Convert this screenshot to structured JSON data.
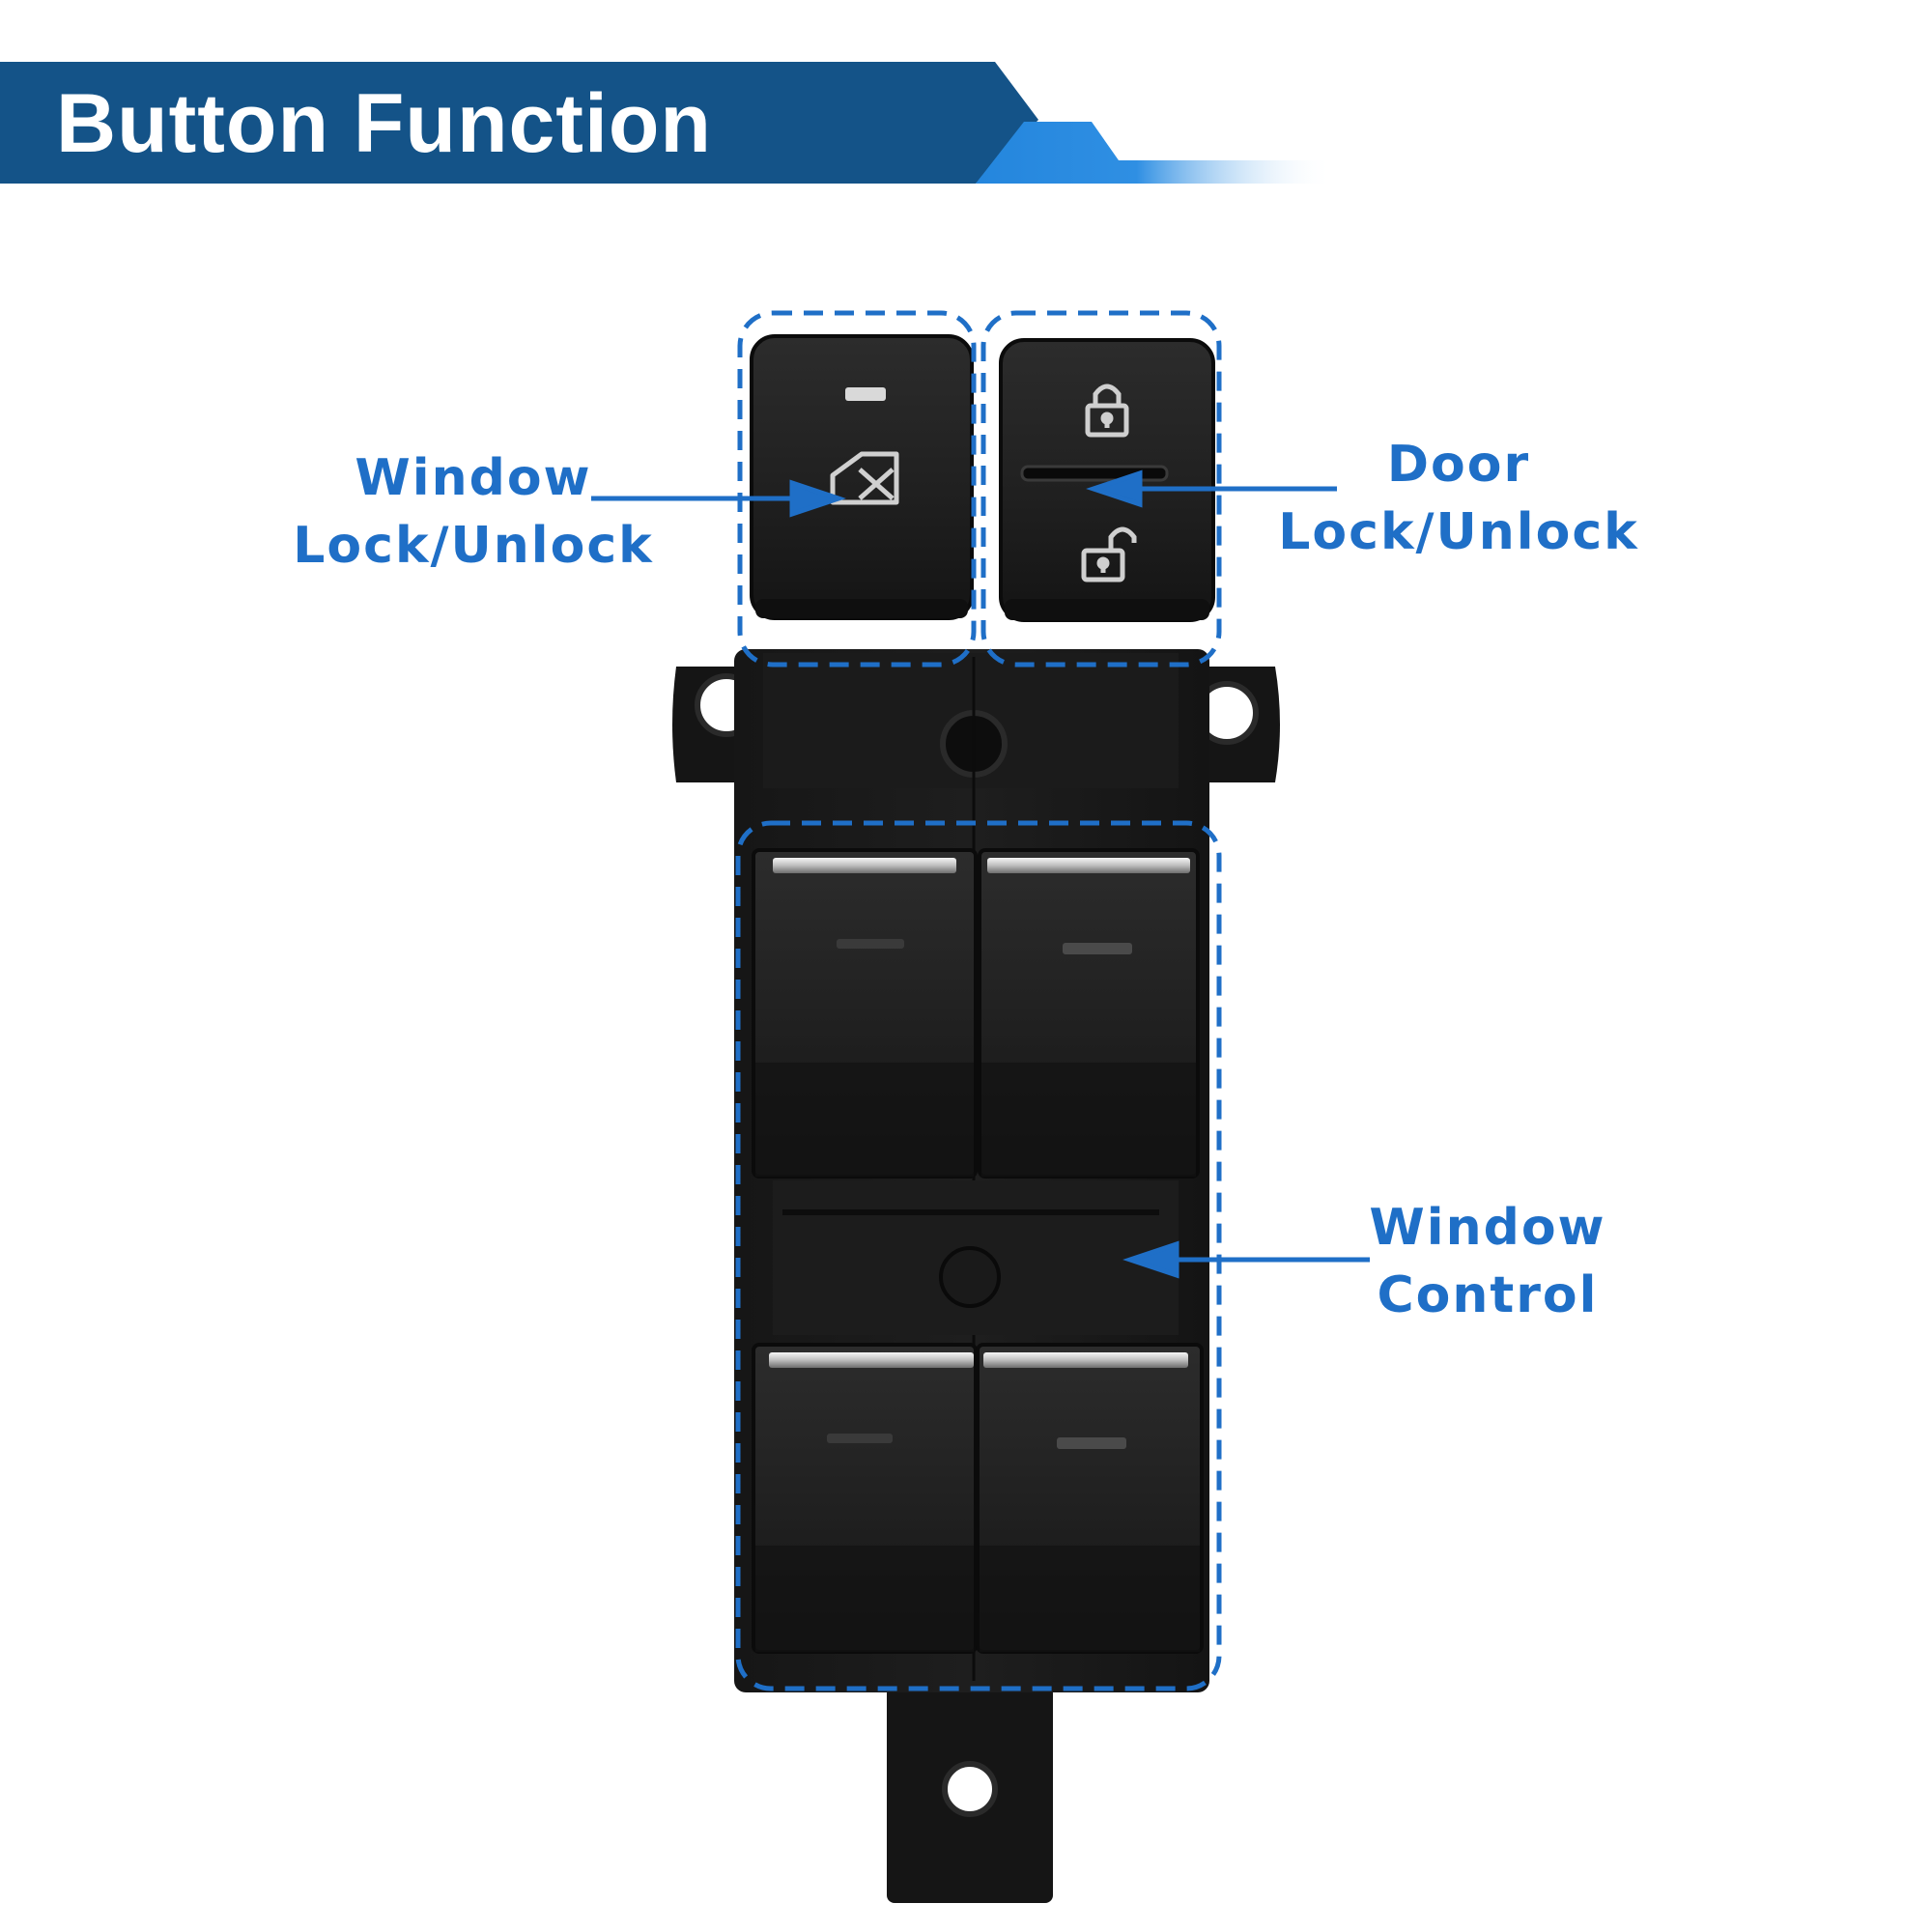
{
  "banner": {
    "title": "Button Function"
  },
  "callouts": {
    "window_lock": {
      "line1": "Window",
      "line2": "Lock/Unlock"
    },
    "door_lock": {
      "line1": "Door",
      "line2": "Lock/Unlock"
    },
    "window_control": {
      "line1": "Window",
      "line2": "Control"
    }
  },
  "colors": {
    "banner_bg": "#145388",
    "banner_accent": "#2486dd",
    "callout_text": "#1f6fc7",
    "dash_outline": "#1f6fc7",
    "switch_body": "#1a1a1a",
    "chrome_trim": "#d9d9d9"
  },
  "icons": [
    "window-lock-icon",
    "lock-closed-icon",
    "lock-open-icon"
  ]
}
